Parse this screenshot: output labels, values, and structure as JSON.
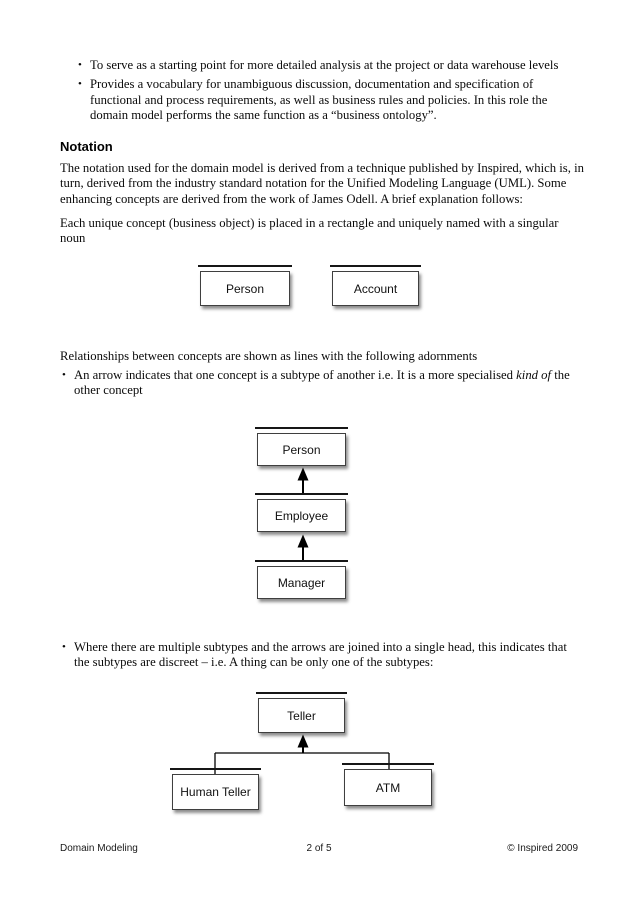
{
  "glyphs": {
    "bullet": "•"
  },
  "colors": {
    "background": "#ffffff",
    "text": "#0a0a0a",
    "box_border": "#3f3f3f",
    "box_top_line": "#161616",
    "box_shadow": "rgba(0,0,0,0.45)",
    "connector_line": "#000000"
  },
  "intro_bullets": [
    "To serve as a starting point for more detailed analysis at the project or data warehouse levels",
    "Provides a vocabulary for unambiguous discussion, documentation and specification of functional and process requirements, as well as business rules and policies. In this role the domain model performs the same function as a “business ontology”."
  ],
  "notation": {
    "heading": "Notation",
    "para1": "The notation used for the domain model is derived from a technique published by Inspired, which is, in turn, derived from the industry standard notation for the Unified Modeling Language (UML). Some enhancing concepts are derived from the work of James Odell. A brief explanation follows:",
    "para2": "Each unique concept (business object) is placed in a rectangle and uniquely named with a singular noun"
  },
  "relationships": {
    "lead": "Relationships between concepts are shown as lines with the following adornments",
    "arrow_bullet": {
      "pre": "An arrow indicates that one concept is a subtype of another i.e. It is a more specialised ",
      "italic": "kind of",
      "post": " the other concept"
    },
    "multiple_bullet": "Where there are multiple subtypes and the arrows are joined into a single head, this indicates that the subtypes are discreet – i.e. A thing can be only one of the subtypes:"
  },
  "diagrams": {
    "concepts_example": {
      "boxes": [
        {
          "label": "Person"
        },
        {
          "label": "Account"
        }
      ]
    },
    "subtype_chain": {
      "boxes": [
        {
          "label": "Person"
        },
        {
          "label": "Employee"
        },
        {
          "label": "Manager"
        }
      ],
      "arrows": [
        {
          "from": "Employee",
          "to": "Person"
        },
        {
          "from": "Manager",
          "to": "Employee"
        }
      ]
    },
    "discrete_subtypes": {
      "boxes": [
        {
          "label": "Teller"
        },
        {
          "label": "Human Teller"
        },
        {
          "label": "ATM"
        }
      ],
      "arrows": [
        {
          "from": "Human Teller",
          "to": "Teller"
        },
        {
          "from": "ATM",
          "to": "Teller"
        }
      ]
    }
  },
  "footer": {
    "document_title": "Domain Modeling",
    "page_indicator": "2 of 5",
    "copyright": "© Inspired 2009"
  }
}
